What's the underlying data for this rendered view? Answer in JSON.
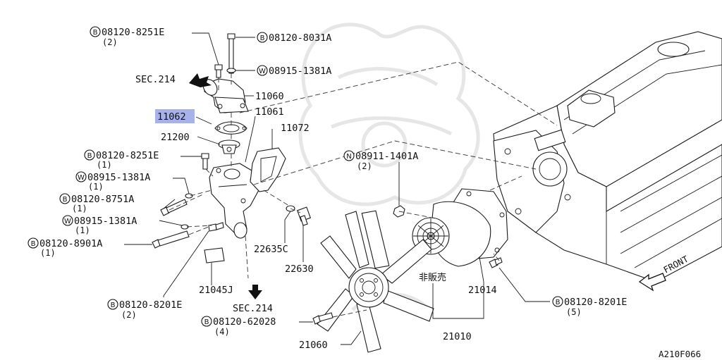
{
  "diagram_id": "A210F066",
  "highlight_part": "11062",
  "not_for_sale": "非販売",
  "front_label": "FRONT",
  "sec_upper": "SEC.214",
  "sec_lower": "SEC.214",
  "callouts": [
    {
      "id": "c1",
      "badge": "B",
      "part": "08120-8251E",
      "qty": "(2)"
    },
    {
      "id": "c2",
      "badge": "B",
      "part": "08120-8031A",
      "qty": ""
    },
    {
      "id": "c3",
      "badge": "W",
      "part": "08915-1381A",
      "qty": ""
    },
    {
      "id": "c4",
      "badge": "",
      "part": "11060",
      "qty": ""
    },
    {
      "id": "c5",
      "badge": "",
      "part": "11062",
      "qty": ""
    },
    {
      "id": "c6",
      "badge": "",
      "part": "11061",
      "qty": ""
    },
    {
      "id": "c7",
      "badge": "",
      "part": "21200",
      "qty": ""
    },
    {
      "id": "c8",
      "badge": "",
      "part": "11072",
      "qty": ""
    },
    {
      "id": "c9",
      "badge": "B",
      "part": "08120-8251E",
      "qty": "(1)"
    },
    {
      "id": "c10",
      "badge": "W",
      "part": "08915-1381A",
      "qty": "(1)"
    },
    {
      "id": "c11",
      "badge": "B",
      "part": "08120-8751A",
      "qty": "(1)"
    },
    {
      "id": "c12",
      "badge": "W",
      "part": "08915-1381A",
      "qty": "(1)"
    },
    {
      "id": "c13",
      "badge": "B",
      "part": "08120-8901A",
      "qty": "(1)"
    },
    {
      "id": "c14",
      "badge": "N",
      "part": "08911-1401A",
      "qty": "(2)"
    },
    {
      "id": "c15",
      "badge": "",
      "part": "22635C",
      "qty": ""
    },
    {
      "id": "c16",
      "badge": "",
      "part": "22630",
      "qty": ""
    },
    {
      "id": "c17",
      "badge": "",
      "part": "21045J",
      "qty": ""
    },
    {
      "id": "c18",
      "badge": "B",
      "part": "08120-8201E",
      "qty": "(2)"
    },
    {
      "id": "c19",
      "badge": "B",
      "part": "08120-62028",
      "qty": "(4)"
    },
    {
      "id": "c20",
      "badge": "",
      "part": "21060",
      "qty": ""
    },
    {
      "id": "c21",
      "badge": "",
      "part": "21014",
      "qty": ""
    },
    {
      "id": "c22",
      "badge": "",
      "part": "21010",
      "qty": ""
    },
    {
      "id": "c23",
      "badge": "B",
      "part": "08120-8201E",
      "qty": "(5)"
    }
  ]
}
